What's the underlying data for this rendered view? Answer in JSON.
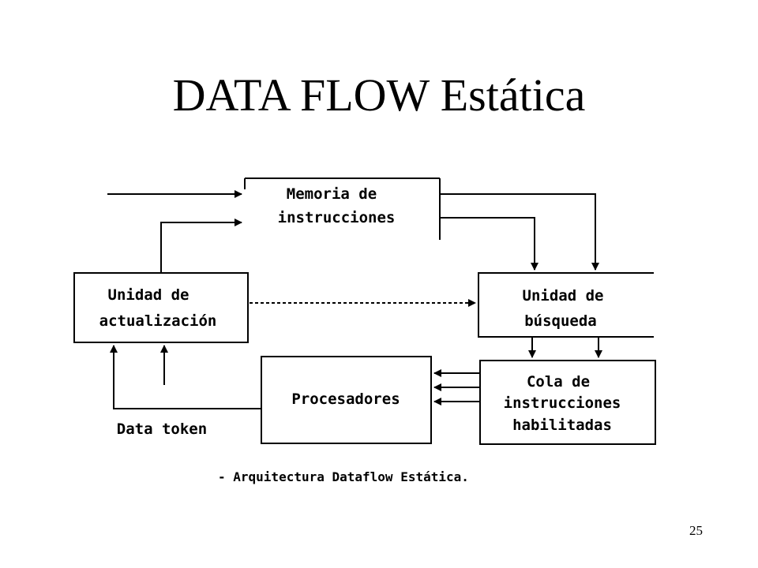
{
  "slide": {
    "title": "DATA FLOW Estática",
    "page_number": "25"
  },
  "diagram": {
    "memoria": {
      "line1": "Memoria de",
      "line2": "instrucciones"
    },
    "actualizacion": {
      "line1": "Unidad de",
      "line2": "actualización"
    },
    "busqueda": {
      "line1": "Unidad de",
      "line2": "búsqueda"
    },
    "procesadores": {
      "line1": "Procesadores"
    },
    "cola": {
      "line1": "Cola de",
      "line2": "instrucciones",
      "line3": "habilitadas"
    },
    "data_token": "Data token",
    "caption": "- Arquitectura Dataflow Estática."
  }
}
